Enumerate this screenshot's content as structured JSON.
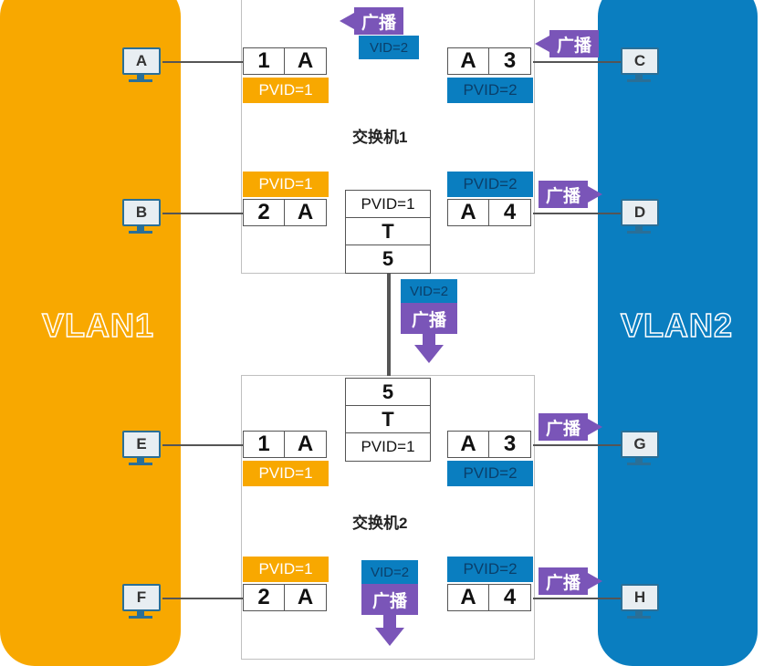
{
  "vlan_left": "VLAN1",
  "vlan_right": "VLAN2",
  "broadcast": "广播",
  "switch1": {
    "label": "交换机1",
    "ports": [
      {
        "num": "1",
        "mode": "A",
        "pvid": "PVID=1"
      },
      {
        "num": "2",
        "mode": "A",
        "pvid": "PVID=1"
      },
      {
        "num": "3",
        "mode": "A",
        "pvid": "PVID=2"
      },
      {
        "num": "4",
        "mode": "A",
        "pvid": "PVID=2"
      }
    ],
    "trunk": {
      "pvid": "PVID=1",
      "mode": "T",
      "num": "5"
    },
    "top_vid": "VID=2"
  },
  "switch2": {
    "label": "交换机2",
    "ports": [
      {
        "num": "1",
        "mode": "A",
        "pvid": "PVID=1"
      },
      {
        "num": "2",
        "mode": "A",
        "pvid": "PVID=1"
      },
      {
        "num": "3",
        "mode": "A",
        "pvid": "PVID=2"
      },
      {
        "num": "4",
        "mode": "A",
        "pvid": "PVID=2"
      }
    ],
    "trunk": {
      "num": "5",
      "mode": "T",
      "pvid": "PVID=1"
    },
    "bottom_vid": "VID=2"
  },
  "link_vid": "VID=2",
  "pcs": [
    "A",
    "B",
    "C",
    "D",
    "E",
    "F",
    "G",
    "H"
  ],
  "colors": {
    "vlan1": "#f8a800",
    "vlan2": "#0a7ec0",
    "broadcast": "#7a55b8"
  }
}
